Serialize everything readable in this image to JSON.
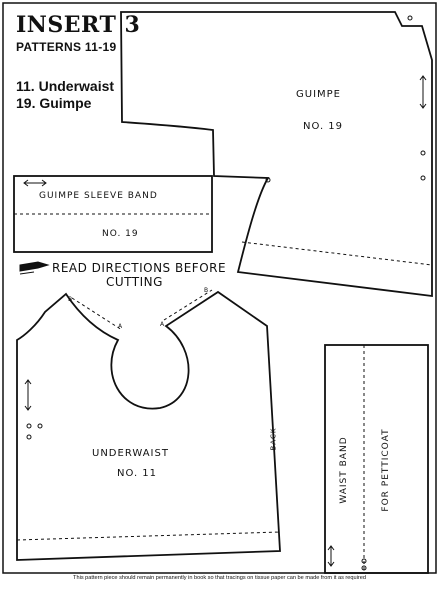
{
  "header": {
    "insert": "INSERT 3",
    "patterns": "PATTERNS 11-19",
    "items": [
      "11. Underwaist",
      "19. Guimpe"
    ]
  },
  "pieces": {
    "guimpe": {
      "name": "GUIMPE",
      "number": "NO. 19"
    },
    "sleeve_band": {
      "name": "GUIMPE SLEEVE BAND",
      "number": "NO. 19"
    },
    "underwaist": {
      "name": "UNDERWAIST",
      "number": "NO. 11",
      "back_label": "BACK"
    },
    "waist_band": {
      "name": "WAIST BAND",
      "subtitle": "FOR PETTICOAT"
    }
  },
  "instruction": {
    "line1": "READ DIRECTIONS BEFORE",
    "line2": "CUTTING"
  },
  "footer": "This pattern piece should remain permanently in book so that tracings on tissue paper can be made from it as required",
  "icons": [
    "pointing-hand-icon",
    "double-arrow-icon",
    "notch-circle-icon"
  ]
}
